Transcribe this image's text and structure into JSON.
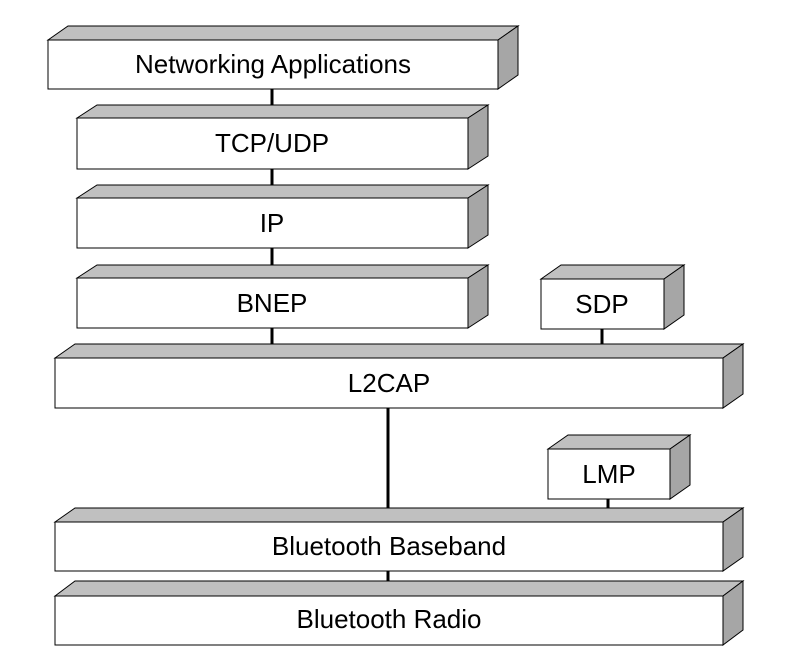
{
  "diagram": {
    "colors": {
      "face": "#ffffff",
      "top": "#c0c0c0",
      "side": "#a6a6a6",
      "stroke": "#000000"
    },
    "layers": {
      "networking_applications": "Networking Applications",
      "tcp_udp": "TCP/UDP",
      "ip": "IP",
      "bnep": "BNEP",
      "sdp": "SDP",
      "l2cap": "L2CAP",
      "lmp": "LMP",
      "bluetooth_baseband": "Bluetooth Baseband",
      "bluetooth_radio": "Bluetooth Radio"
    }
  }
}
